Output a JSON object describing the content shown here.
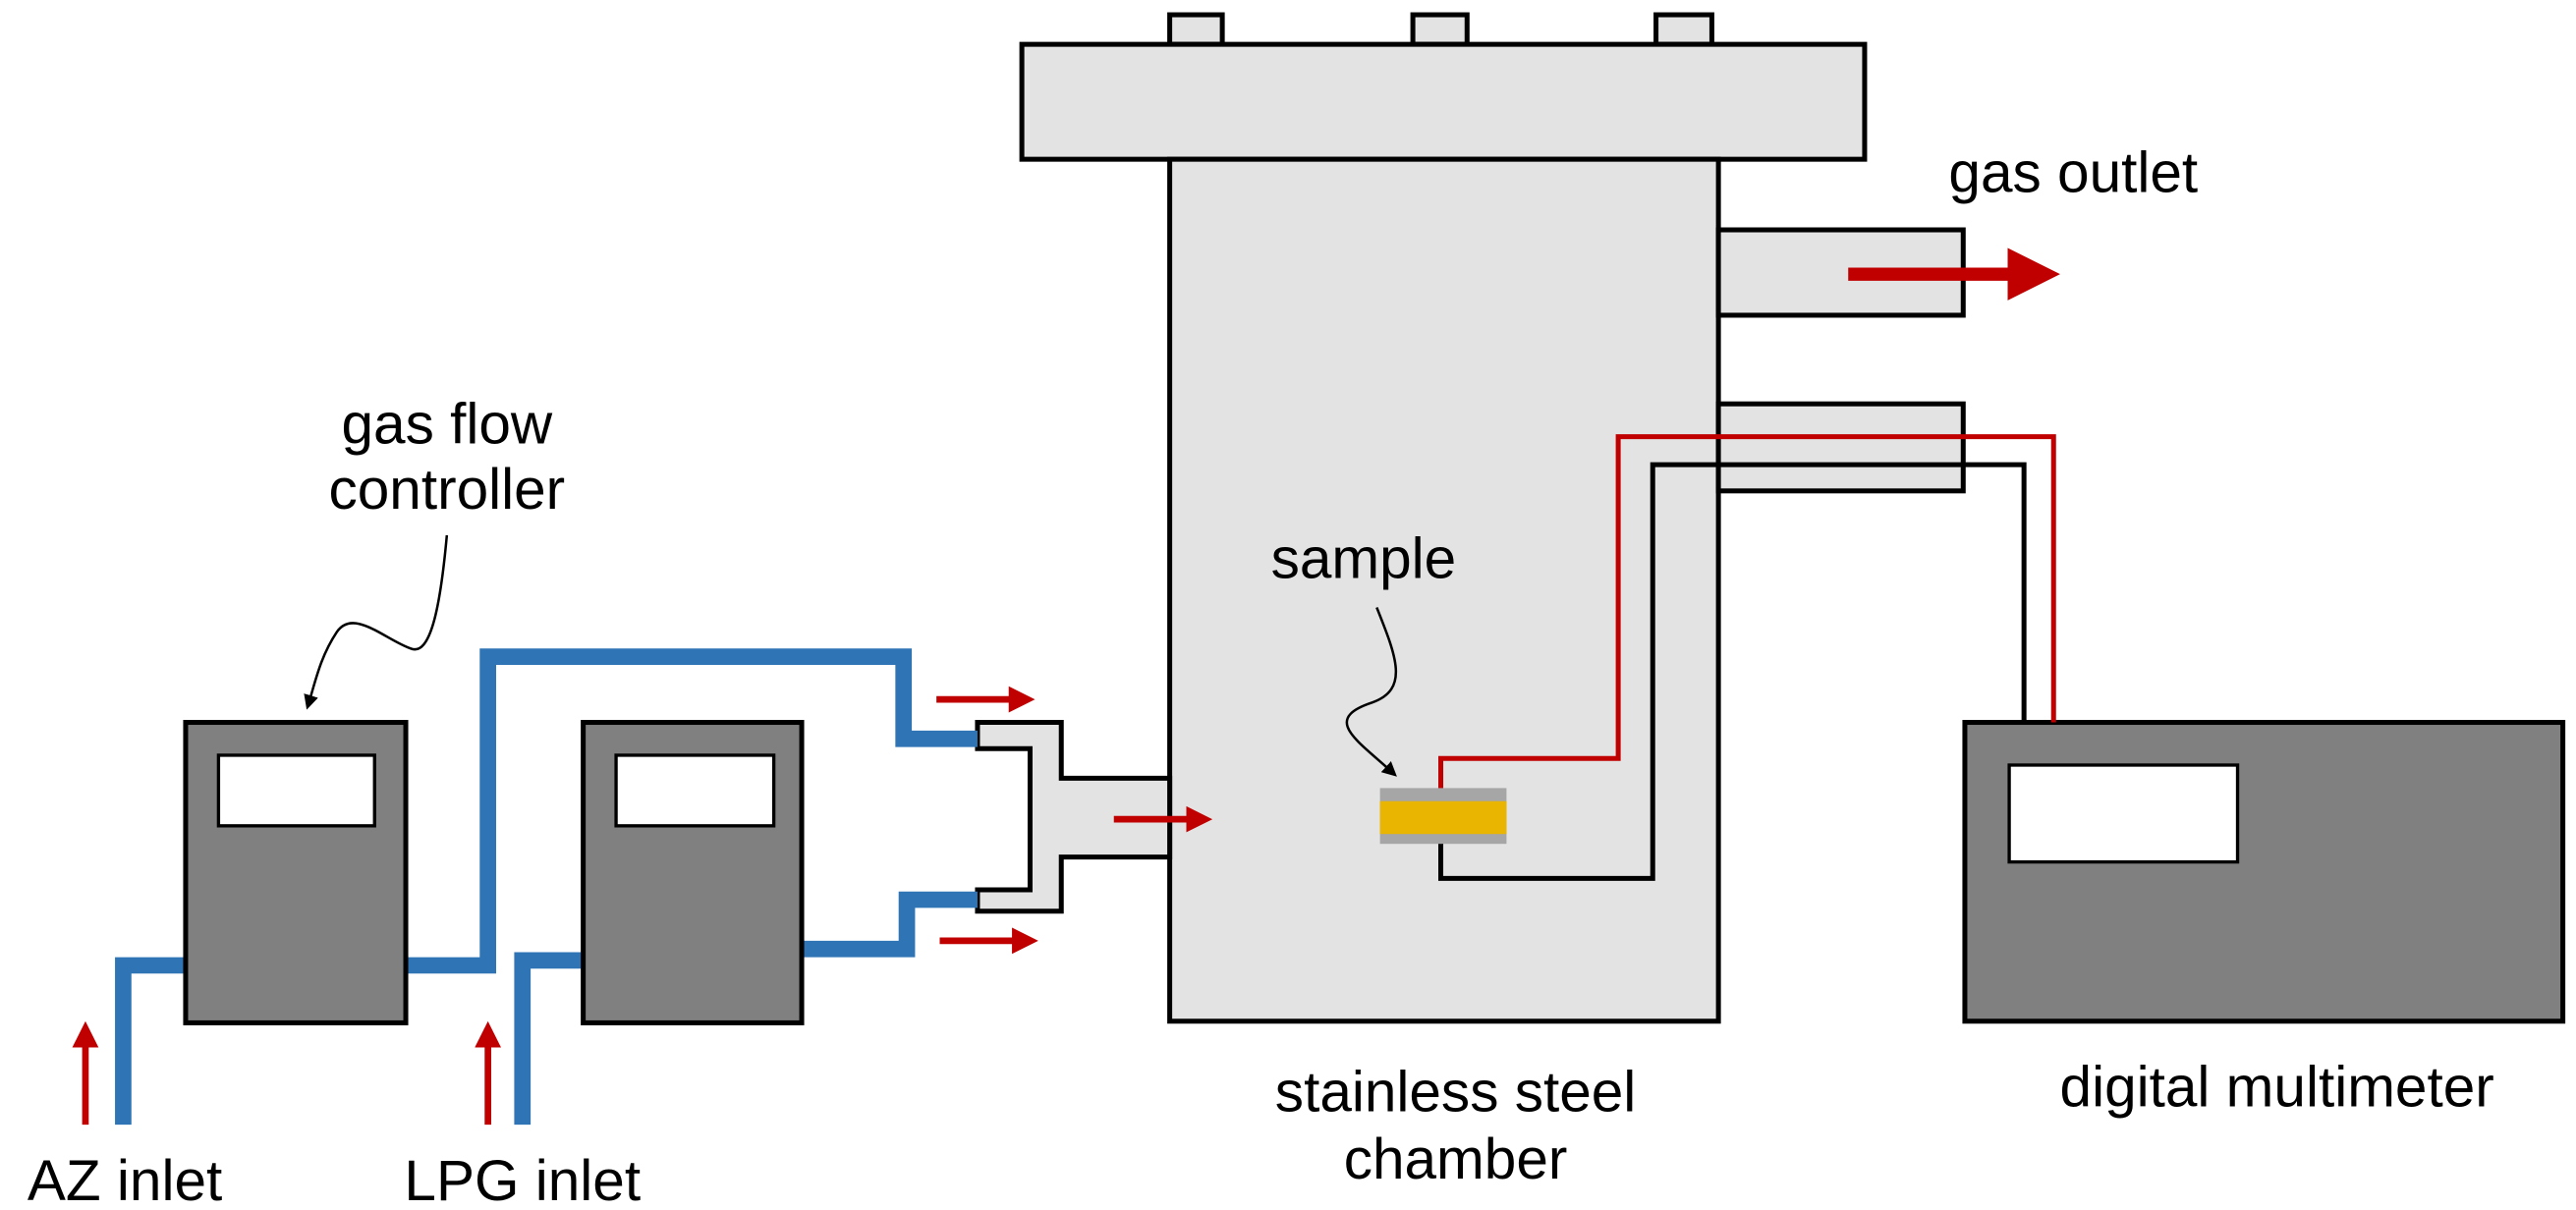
{
  "labels": {
    "gas_flow_controller_line1": "gas flow",
    "gas_flow_controller_line2": "controller",
    "gas_outlet": "gas outlet",
    "sample": "sample",
    "chamber_line1": "stainless steel",
    "chamber_line2": "chamber",
    "multimeter": "digital multimeter",
    "az_inlet": "AZ inlet",
    "lpg_inlet": "LPG inlet"
  },
  "colors": {
    "chamber_fill": "#e3e3e3",
    "device_fill": "#808080",
    "pipe": "#2f75b6",
    "flow_arrow": "#c00000",
    "sample_layer": "#eab500",
    "sample_electrode": "#a6a6a6",
    "wire_positive": "#c00000",
    "wire_negative": "#000000"
  }
}
